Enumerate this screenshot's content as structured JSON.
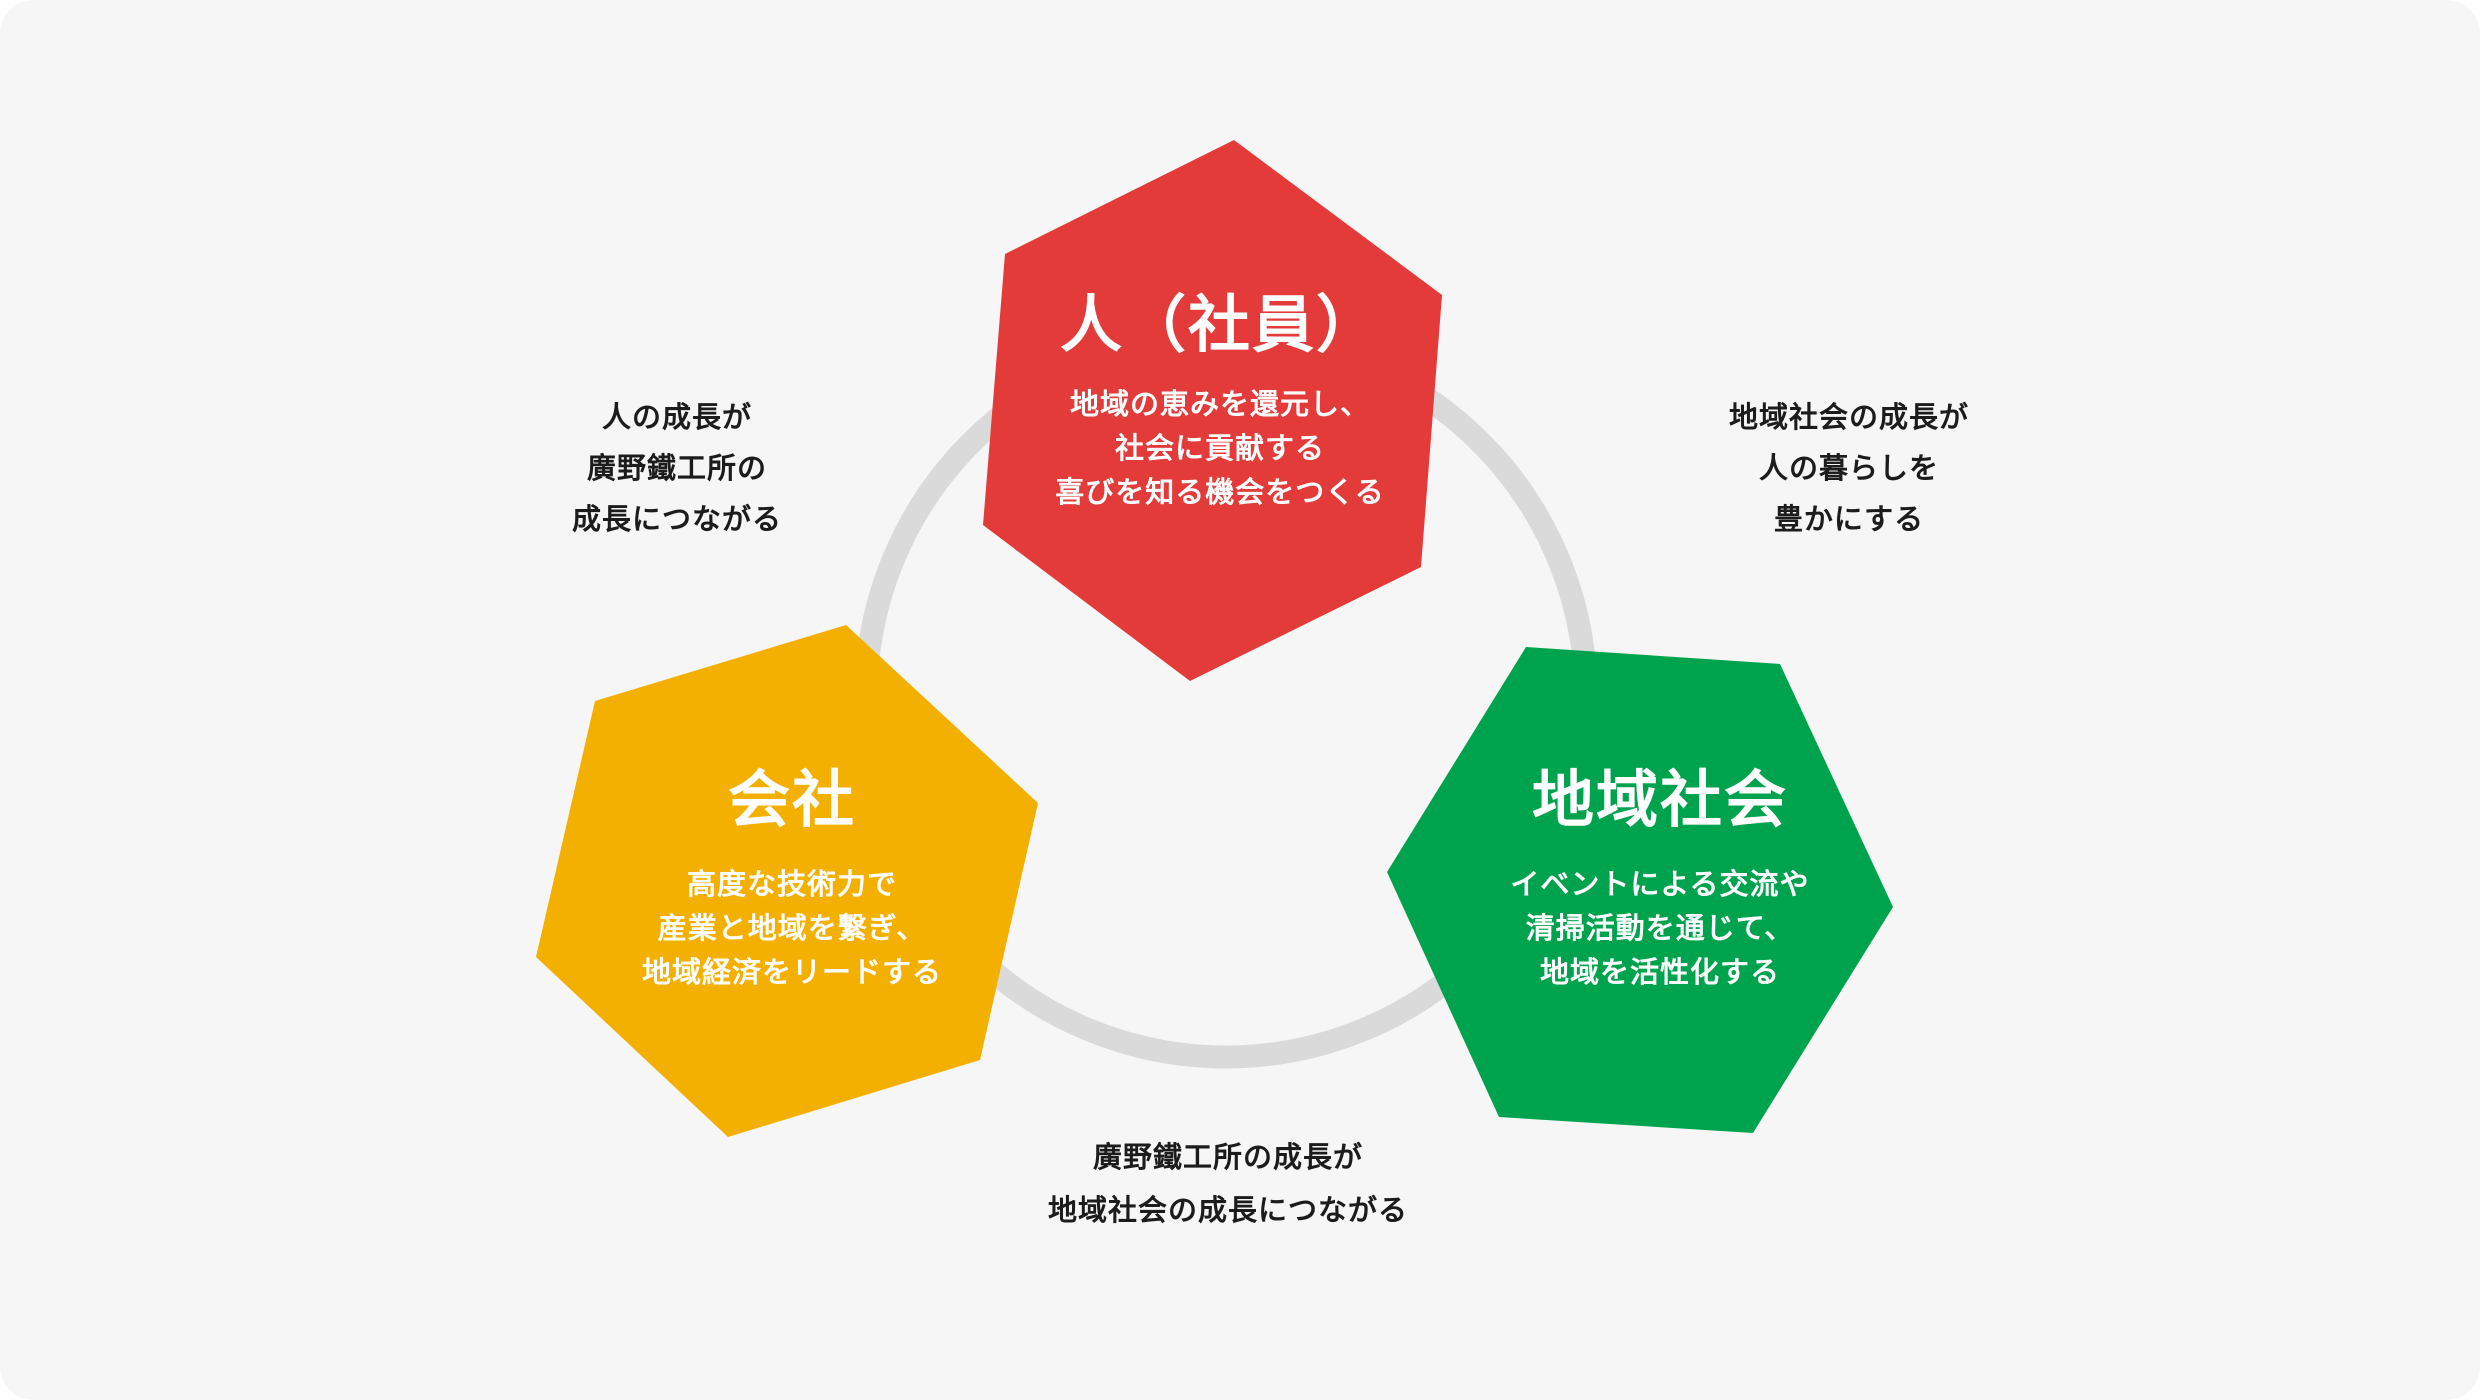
{
  "diagram": {
    "type": "cycle",
    "colors": {
      "background": "#f6f6f6",
      "ring": "#dadada",
      "person": "#e33a3a",
      "company": "#f4b000",
      "community": "#00a34d",
      "note_text": "#1c1c1c",
      "node_text": "#ffffff"
    },
    "nodes": {
      "person": {
        "title": "人（社員）",
        "lines": [
          "地域の恵みを還元し、",
          "社会に貢献する",
          "喜びを知る機会をつくる"
        ]
      },
      "company": {
        "title": "会社",
        "lines": [
          "高度な技術力で",
          "産業と地域を繋ぎ、",
          "地域経済をリードする"
        ]
      },
      "community": {
        "title": "地域社会",
        "lines": [
          "イベントによる交流や",
          "清掃活動を通じて、",
          "地域を活性化する"
        ]
      }
    },
    "notes": {
      "person_to_company": {
        "lines": [
          "人の成長が",
          "廣野鐵工所の",
          "成長につながる"
        ]
      },
      "community_to_person": {
        "lines": [
          "地域社会の成長が",
          "人の暮らしを",
          "豊かにする"
        ]
      },
      "company_to_community": {
        "lines": [
          "廣野鐵工所の成長が",
          "地域社会の成長につながる"
        ]
      }
    }
  }
}
